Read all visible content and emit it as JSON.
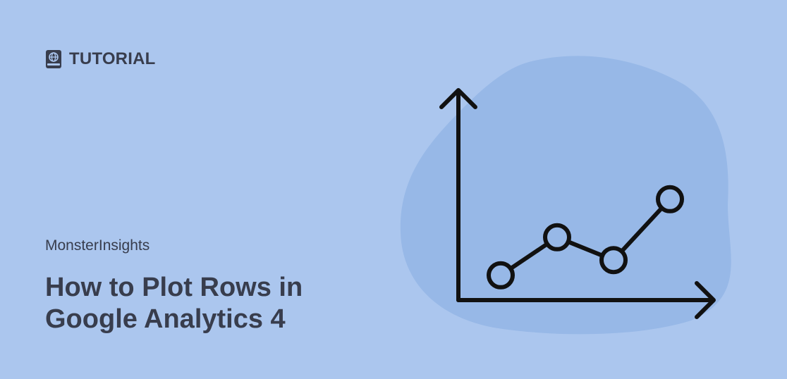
{
  "tag": {
    "label": "TUTORIAL",
    "icon": "globe-book-icon"
  },
  "brand": "MonsterInsights",
  "title": {
    "line1": "How to Plot Rows in",
    "line2": "Google Analytics 4"
  },
  "colors": {
    "background": "#abc6ee",
    "blob": "#97b8e7",
    "text": "#383d4d",
    "stroke": "#111111"
  },
  "illustration": {
    "icon": "line-chart-icon",
    "points": [
      {
        "x": 1,
        "y": 1.2
      },
      {
        "x": 2,
        "y": 2.7
      },
      {
        "x": 3,
        "y": 1.8
      },
      {
        "x": 4,
        "y": 4.2
      }
    ]
  }
}
